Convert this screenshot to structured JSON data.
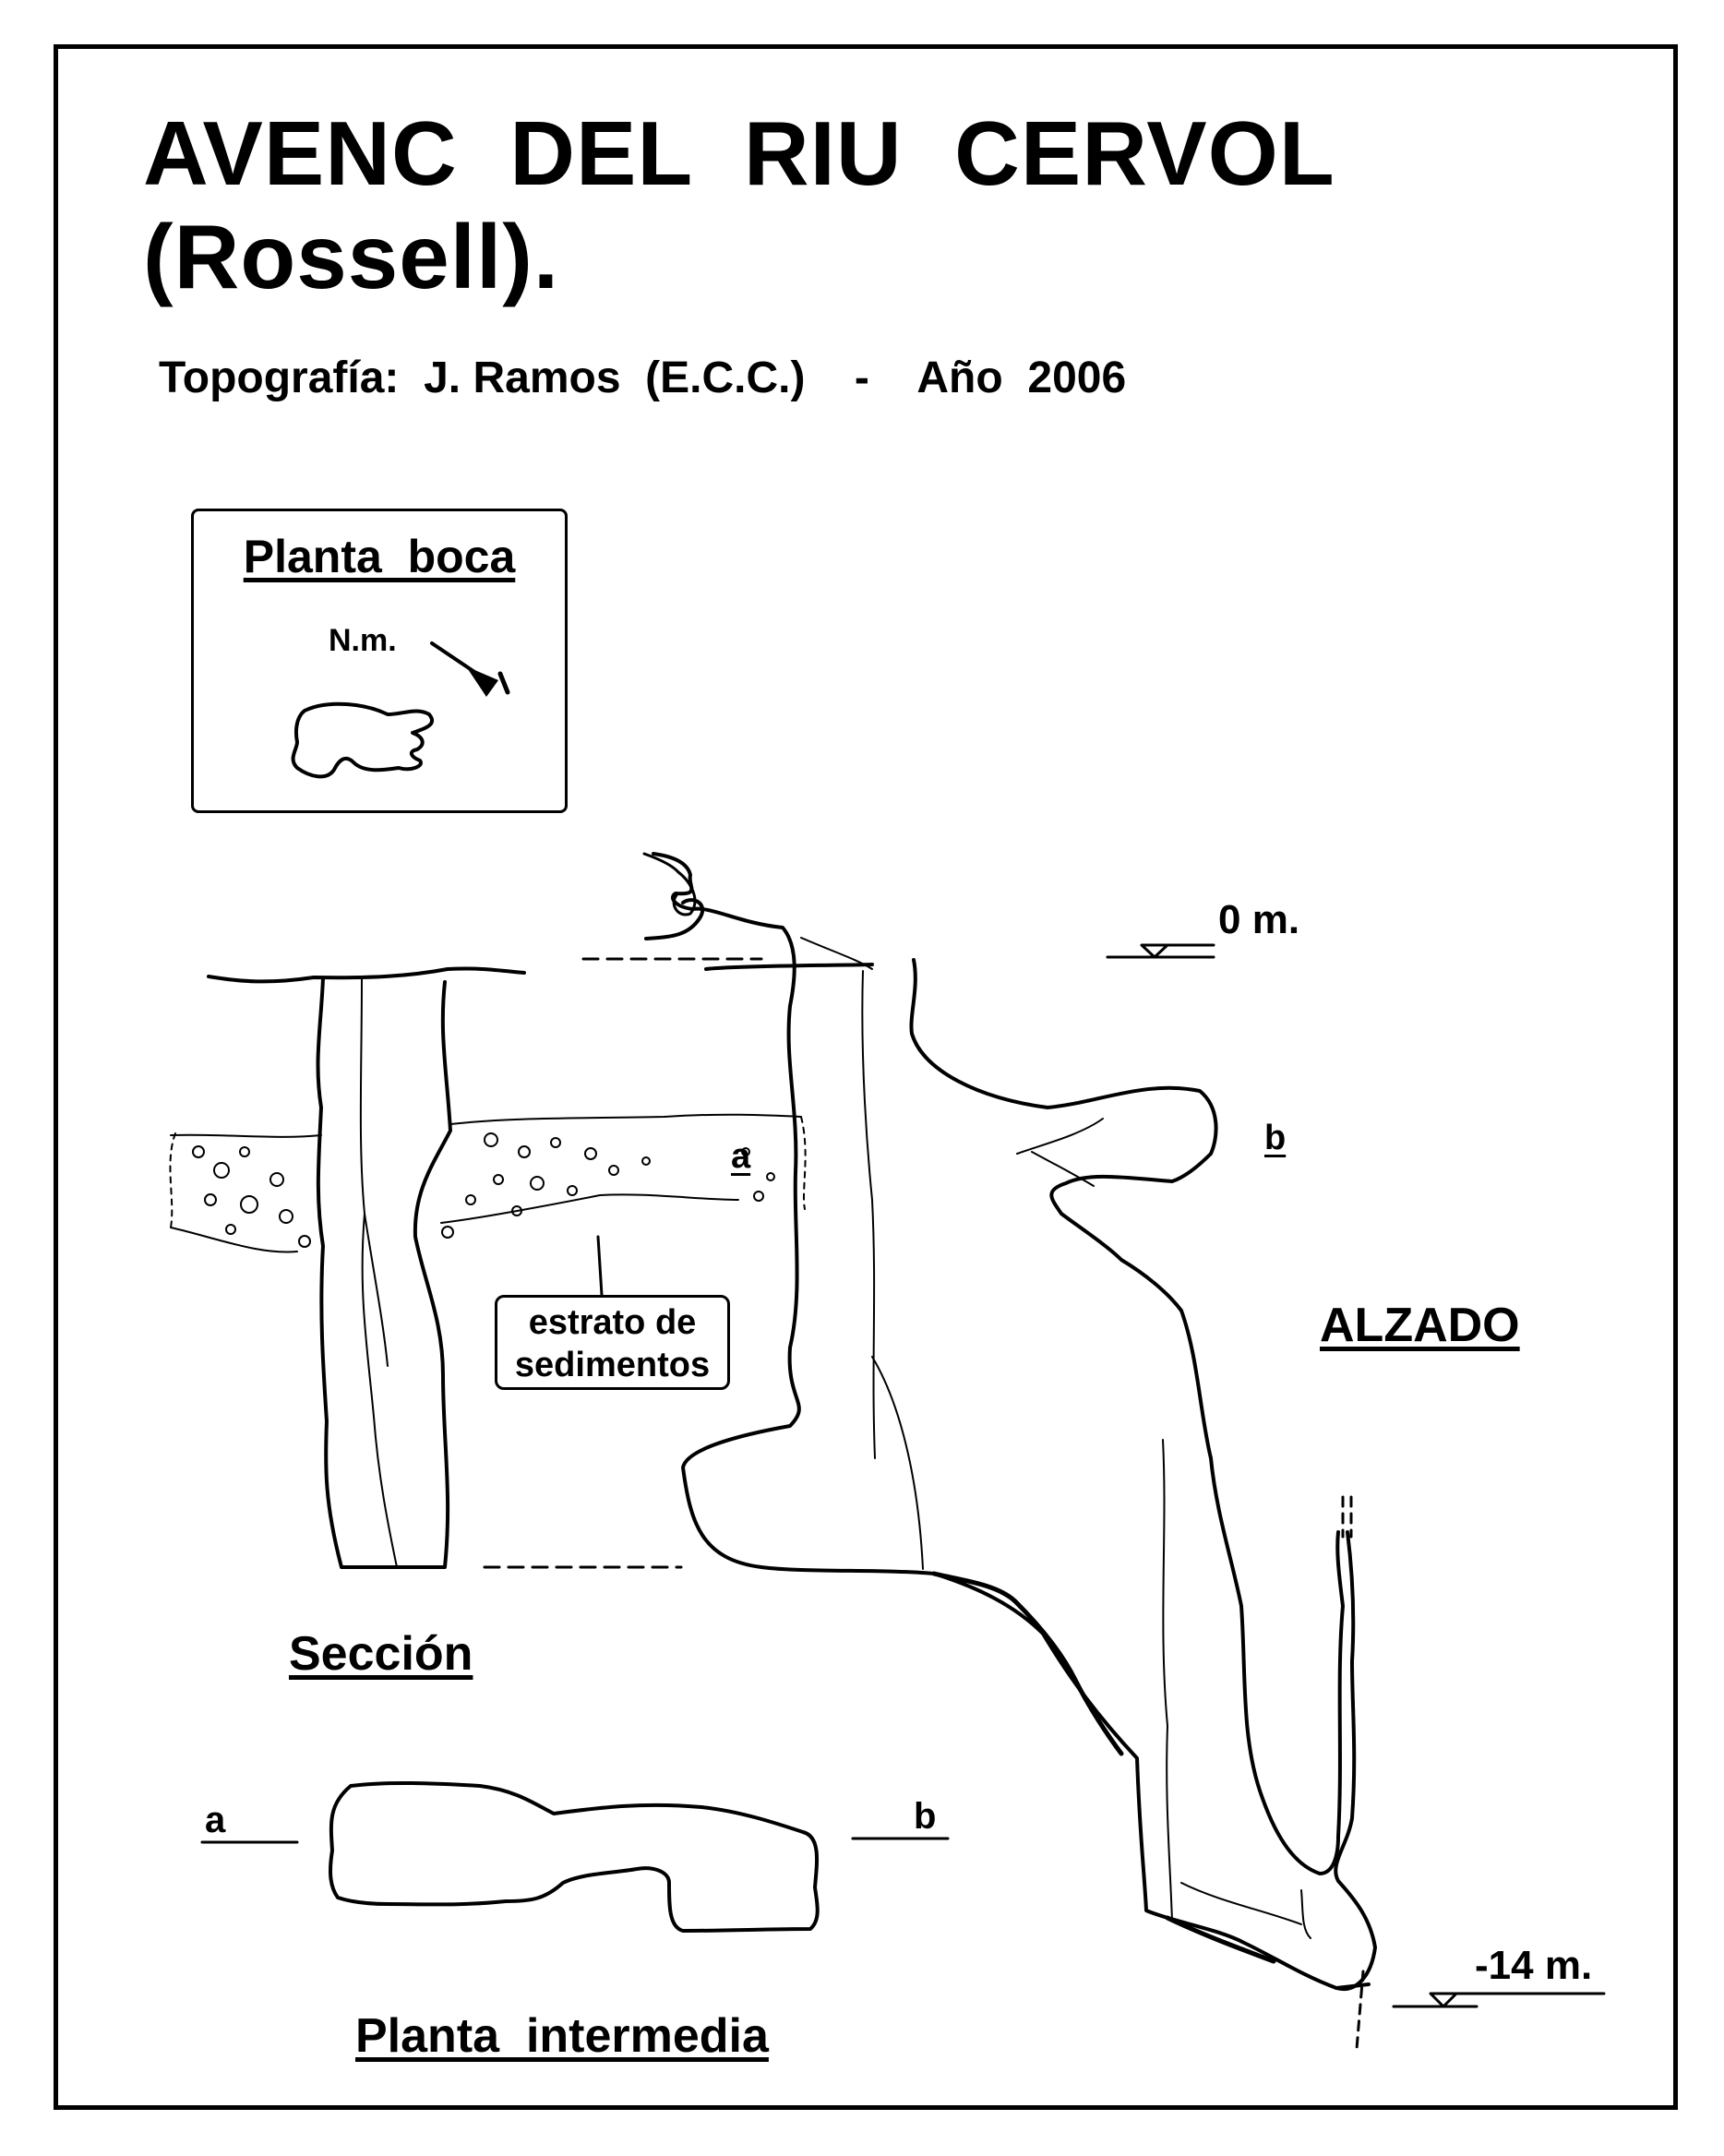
{
  "title": {
    "line1": "AVENC  DEL  RIU  CERVOL",
    "line2": "(Rossell)."
  },
  "credits": "Topografía:  J. Ramos  (E.C.C.)    -    Año  2006",
  "planta_boca": {
    "title": "Planta  boca",
    "north": "N.m."
  },
  "section_labels": {
    "seccion": "Sección",
    "alzado": "ALZADO",
    "planta_intermedia": "Planta  intermedia"
  },
  "depths": {
    "top": "0 m.",
    "bottom": "-14 m."
  },
  "cut_markers": {
    "a_section": "a",
    "b_section": "b",
    "a_plan": "a",
    "b_plan": "b"
  },
  "callout": {
    "line1": "estrato  de",
    "line2": "sedimentos"
  },
  "colors": {
    "ink": "#000000",
    "paper": "#ffffff"
  }
}
